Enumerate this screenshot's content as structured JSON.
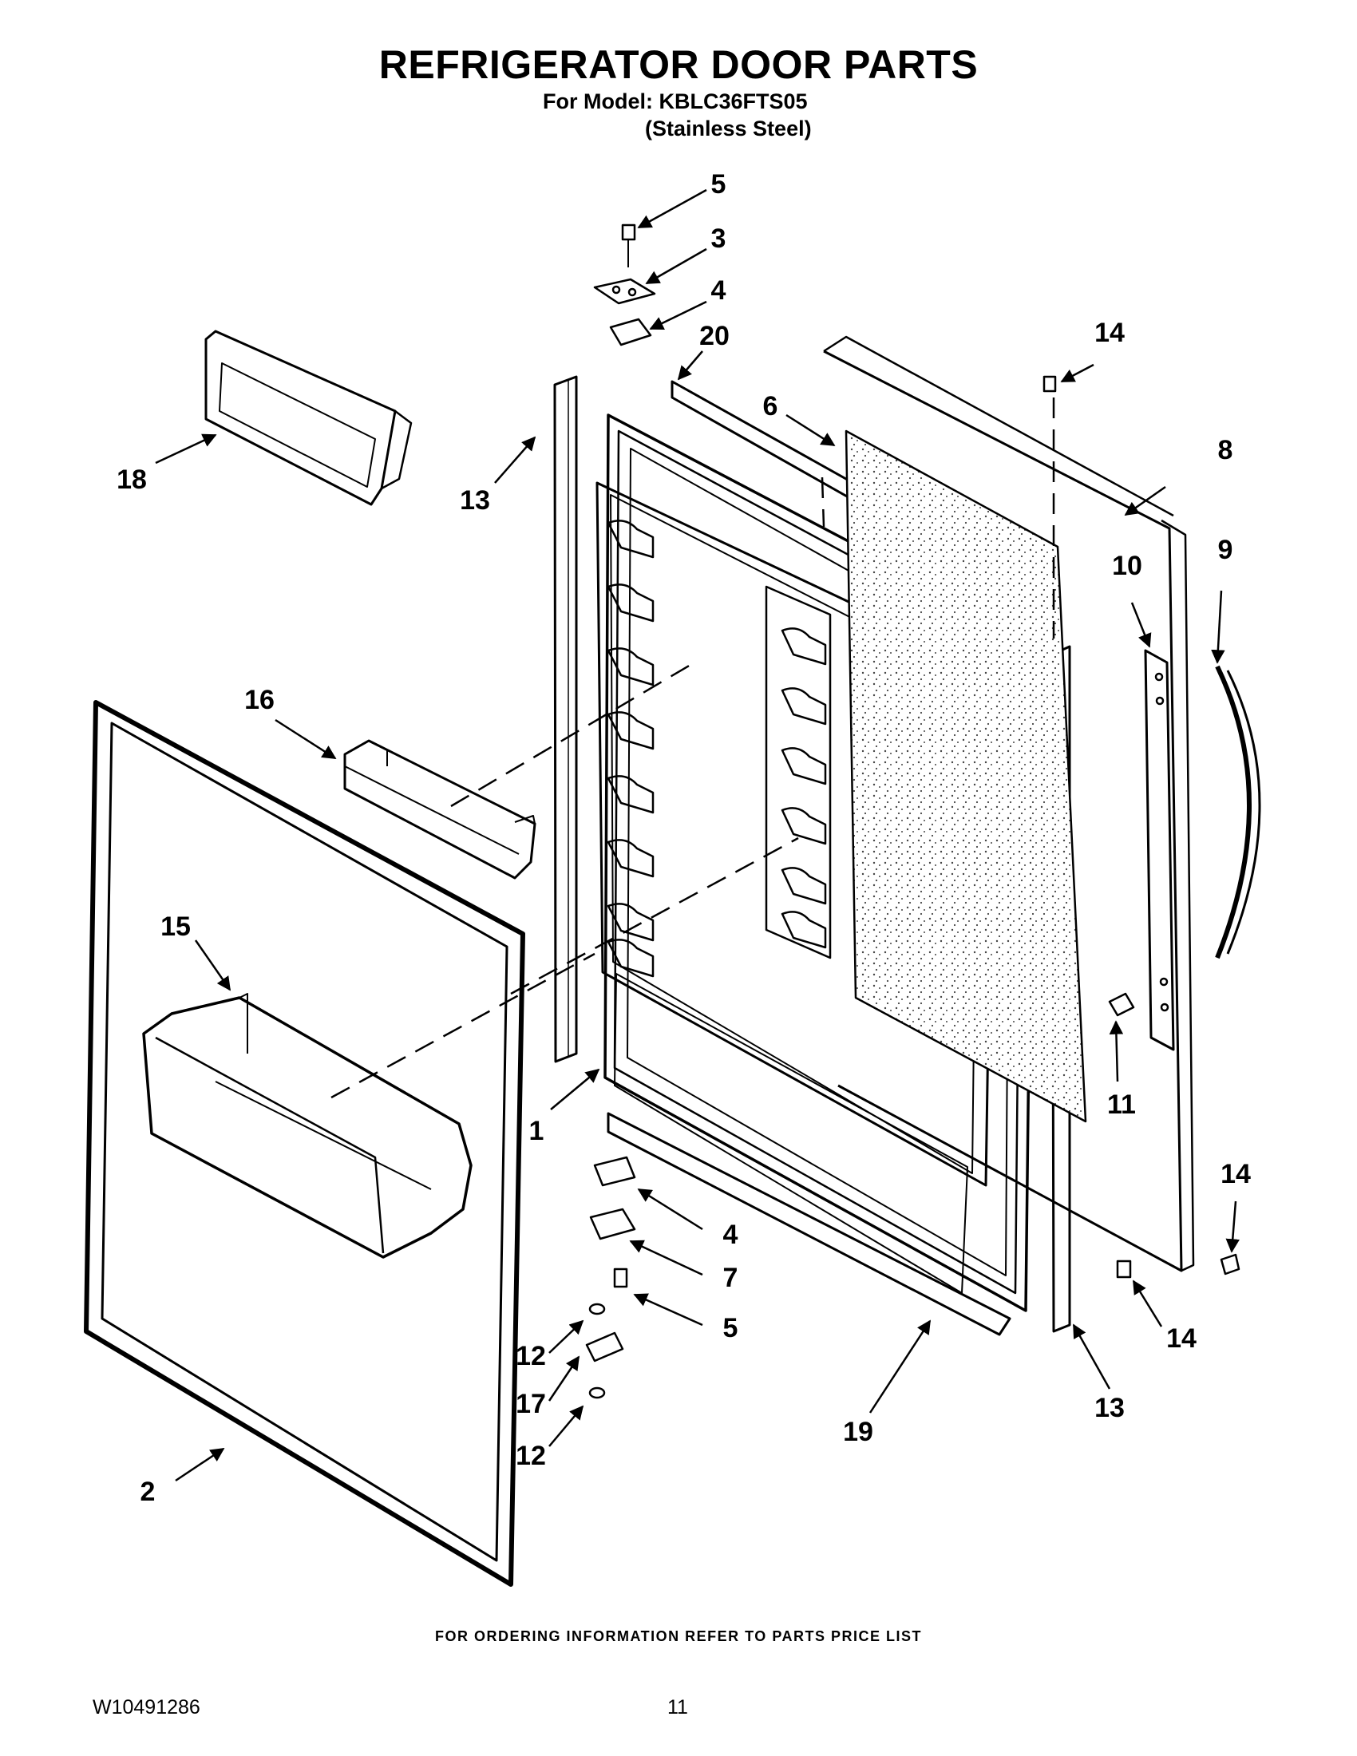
{
  "header": {
    "title": "REFRIGERATOR DOOR PARTS",
    "model_line": "For Model: KBLC36FTS05",
    "finish_line": "(Stainless Steel)"
  },
  "callouts": {
    "c1": "1",
    "c2": "2",
    "c3": "3",
    "c4a": "4",
    "c4b": "4",
    "c5a": "5",
    "c5b": "5",
    "c6": "6",
    "c7": "7",
    "c8": "8",
    "c9": "9",
    "c10": "10",
    "c11": "11",
    "c12a": "12",
    "c12b": "12",
    "c13a": "13",
    "c13b": "13",
    "c14a": "14",
    "c14b": "14",
    "c14c": "14",
    "c15": "15",
    "c16": "16",
    "c17": "17",
    "c18": "18",
    "c19": "19",
    "c20": "20"
  },
  "footer": {
    "ordering_note": "FOR ORDERING INFORMATION REFER TO PARTS PRICE LIST",
    "document_number": "W10491286",
    "page_number": "11"
  }
}
